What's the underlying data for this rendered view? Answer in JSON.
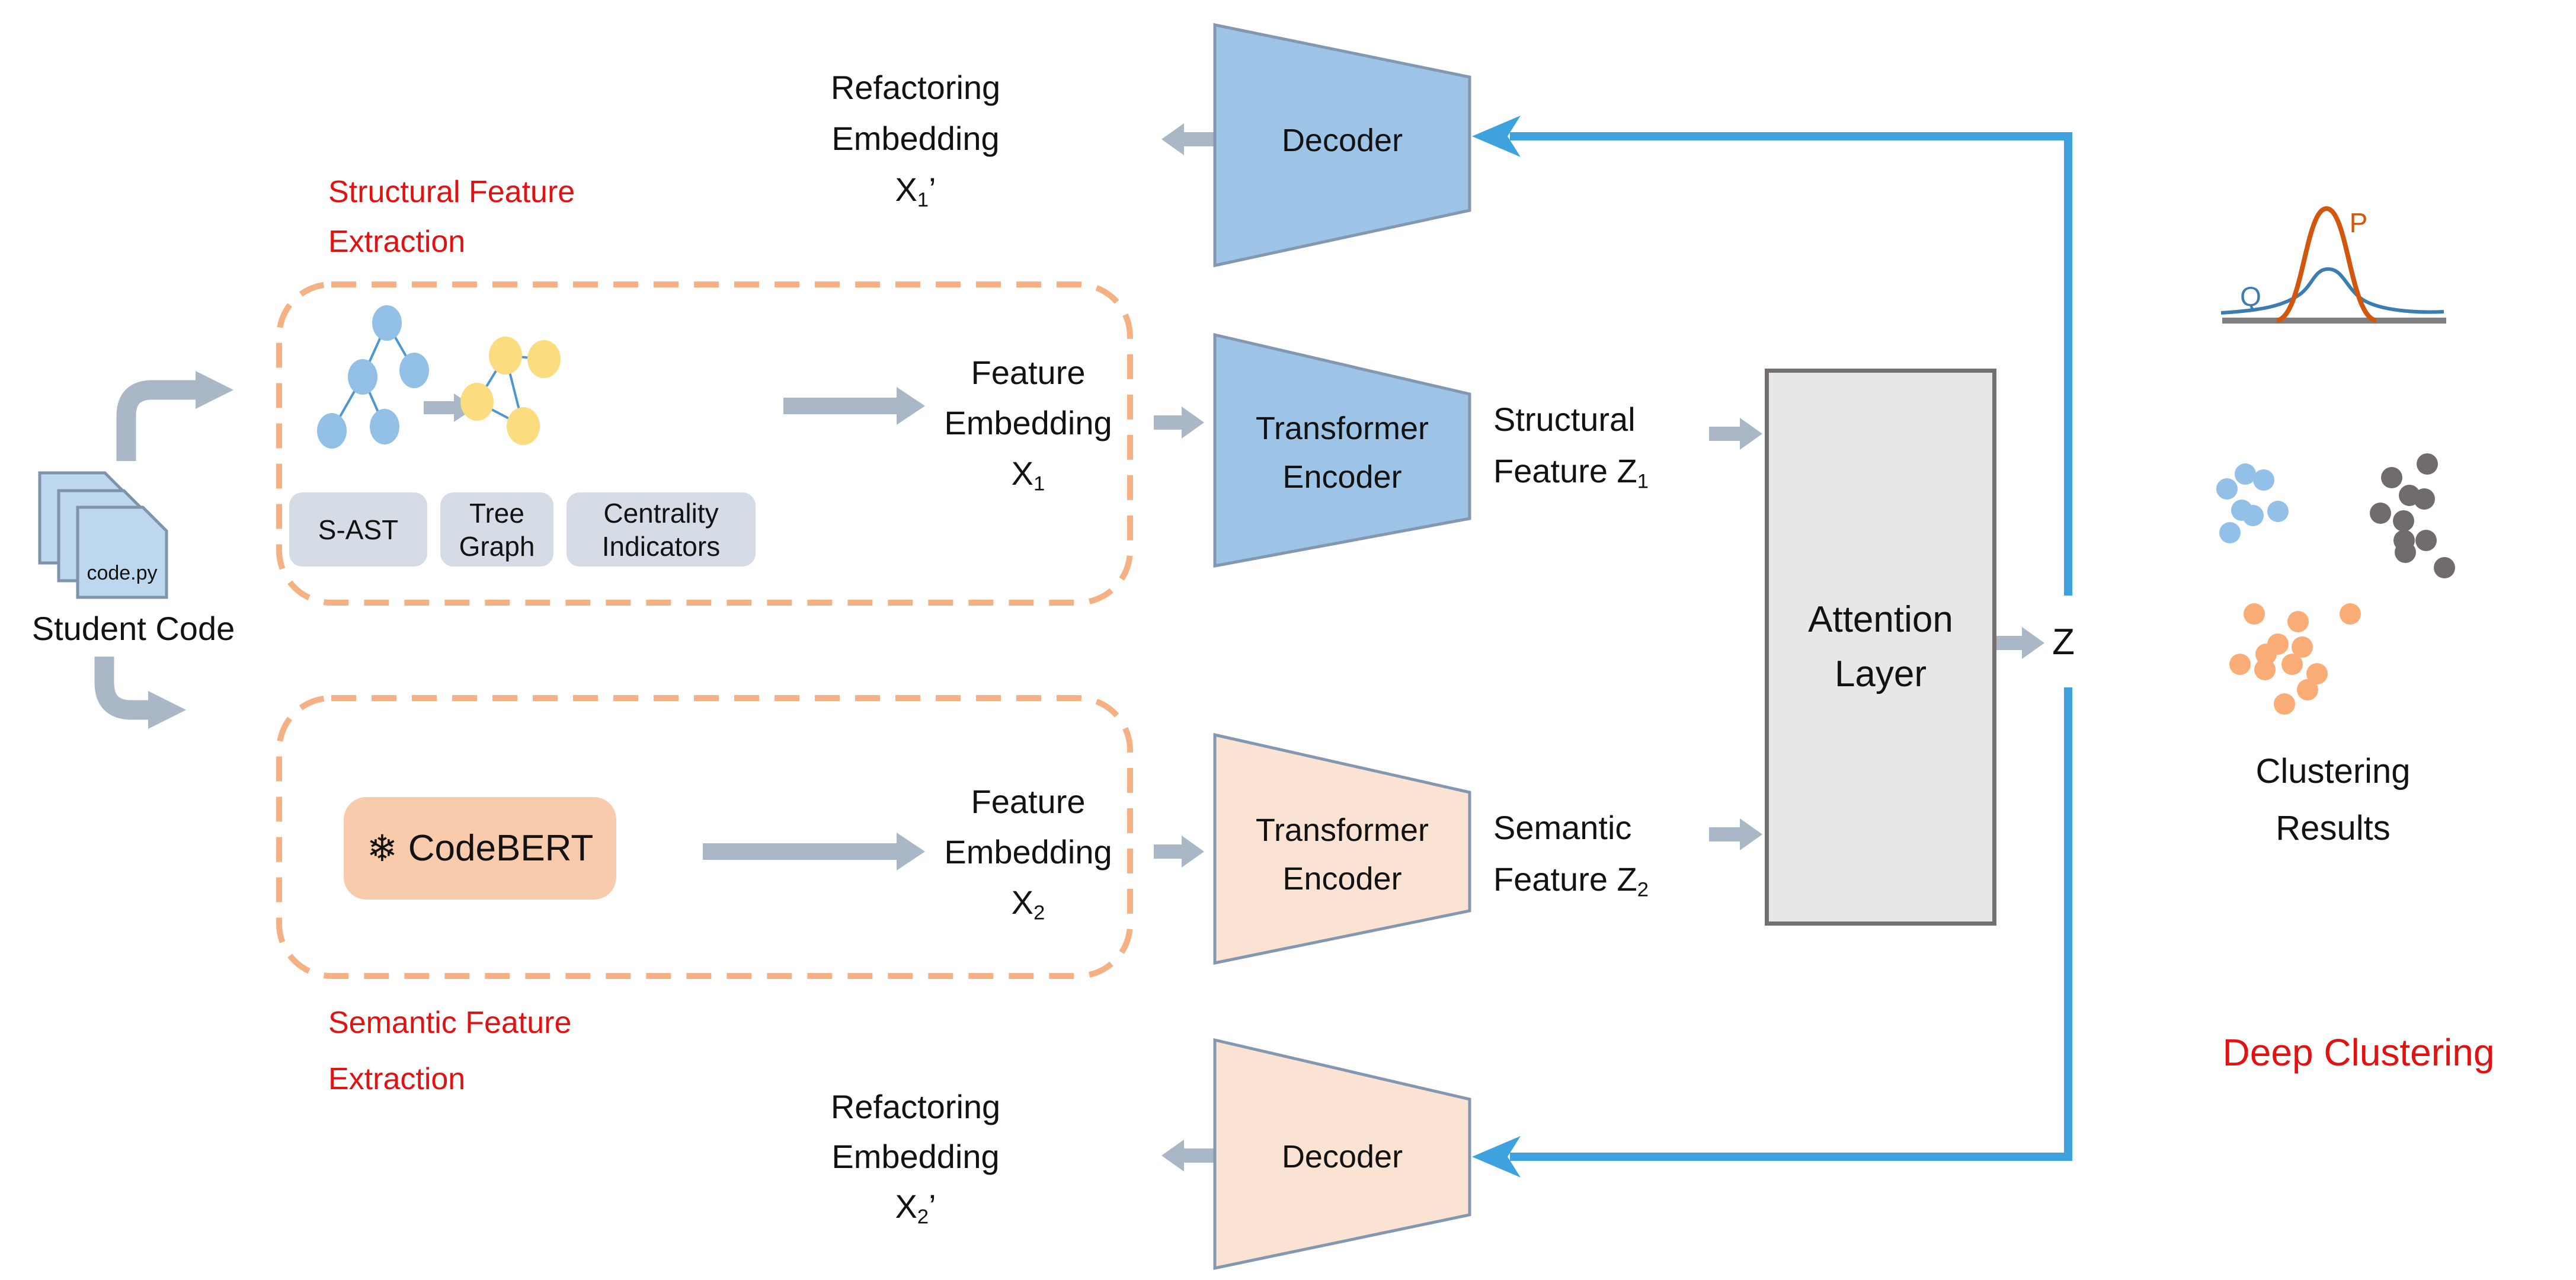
{
  "figure": {
    "type": "architecture-diagram",
    "caption_left": "Student Code",
    "caption_right_bottom": "Deep Clustering"
  },
  "colors": {
    "accent_blue_fill": "#9DC3E6",
    "accent_peach_fill": "#FBE3D4",
    "codebert_fill": "#F8CBAD",
    "label_box_fill": "#D6DCE5",
    "dashed_border": "#F5B183",
    "gray_arrow": "#A9B7C7",
    "blue_connector": "#3DA2DE",
    "attention_fill": "#E8E7E7",
    "attention_border": "#757070",
    "red_text": "#E01212",
    "panel_fill": "#F2F2F2",
    "file_fill": "#BDD7EE",
    "tree_node_blue": "#92C0E6",
    "graph_node_yellow": "#FBDC7F",
    "scatter_blue": "#92C0E8",
    "scatter_gray": "#716C6C",
    "scatter_orange": "#F9AC75",
    "p_curve": "#D2570E",
    "q_curve": "#3B7DB0"
  },
  "student_code": {
    "file_label": "code.py",
    "label": "Student Code"
  },
  "structural": {
    "title_l1": "Structural Feature",
    "title_l2": "Extraction",
    "sast": "S-AST",
    "tree_graph": "Tree Graph",
    "centrality": "Centrality Indicators"
  },
  "semantic": {
    "title_l1": "Semantic Feature",
    "title_l2": "Extraction",
    "snowflake_icon": "❄",
    "codebert": "CodeBERT"
  },
  "texts": {
    "refac1_l1": "Refactoring",
    "refac1_l2": "Embedding",
    "refac1_base": "X",
    "refac1_sub": "1",
    "refac1_prime": "’",
    "feat1_l1": "Feature",
    "feat1_l2": "Embedding",
    "feat1_base": "X",
    "feat1_sub": "1",
    "z1_l1": "Structural",
    "z1_l2": "Feature Z",
    "z1_sub": "1",
    "z2_l1": "Semantic",
    "z2_l2": "Feature Z",
    "z2_sub": "2",
    "feat2_l1": "Feature",
    "feat2_l2": "Embedding",
    "feat2_base": "X",
    "feat2_sub": "2",
    "refac2_l1": "Refactoring",
    "refac2_l2": "Embedding",
    "refac2_base": "X",
    "refac2_sub": "2",
    "refac2_prime": "’",
    "decoder_top": "Decoder",
    "decoder_bottom": "Decoder",
    "encoder_top_l1": "Transformer",
    "encoder_top_l2": "Encoder",
    "encoder_bottom_l1": "Transformer",
    "encoder_bottom_l2": "Encoder",
    "attention_l1": "Attention",
    "attention_l2": "Layer",
    "z_out": "Z",
    "p_label": "P",
    "q_label": "Q",
    "clustering_l1": "Clustering",
    "clustering_l2": "Results",
    "deep_clustering": "Deep Clustering"
  }
}
